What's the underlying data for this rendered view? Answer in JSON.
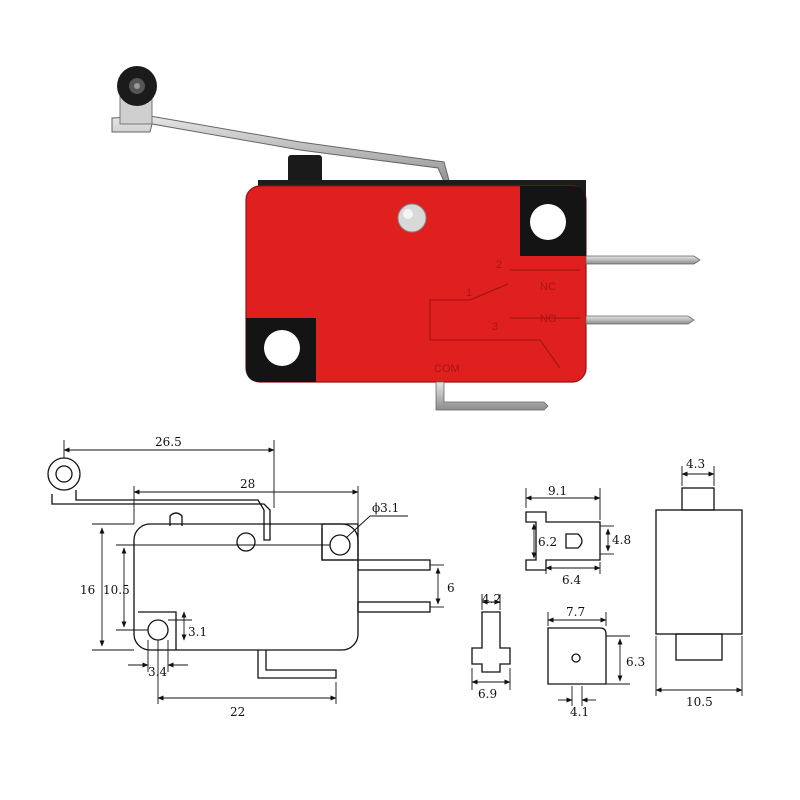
{
  "photo": {
    "terminal_labels": {
      "nc_number": "2",
      "nc_text": "NC",
      "no_number": "3",
      "no_text": "NO",
      "com_number": "1",
      "com_text": "COM"
    },
    "colors": {
      "body": "#e0201f",
      "body_dark": "#b31616",
      "corner_black": "#141414",
      "metal": "#c8c8c8"
    }
  },
  "drawing": {
    "main_view": {
      "lever_length": "26.5",
      "overall_length": "28",
      "hole_diameter": "ϕ3.1",
      "height_overall": "16",
      "height_holes": "10.5",
      "terminal_pitch": "6",
      "hole_offset_y": "3.1",
      "hole_offset_x": "3.4",
      "terminal_offset": "22"
    },
    "terminal_side": {
      "length": "9.1",
      "inner_height": "6.2",
      "outer_height": "4.8",
      "width": "6.4"
    },
    "terminal_small": {
      "top_width": "4.2",
      "bottom_width": "6.9"
    },
    "terminal_front": {
      "width": "7.7",
      "height": "6.3",
      "bottom_width": "4.1"
    },
    "side_view": {
      "top_width": "4.3",
      "body_width": "10.5"
    }
  }
}
